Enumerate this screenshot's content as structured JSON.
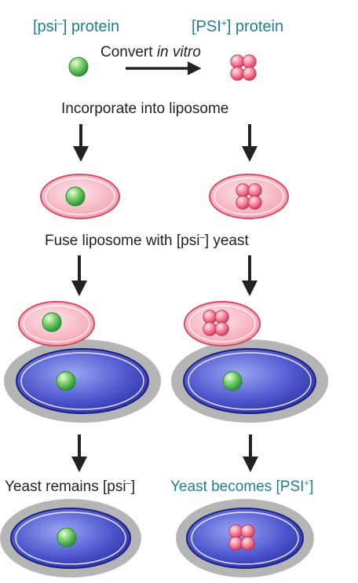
{
  "labels": {
    "psi_minus_protein": {
      "prefix": "[psi",
      "sup": "–",
      "suffix": "] protein"
    },
    "psi_plus_protein": {
      "prefix": "[PSI",
      "sup": "+",
      "suffix": "]  protein"
    },
    "convert": {
      "main": "Convert ",
      "italic": "in vitro"
    },
    "incorporate": "Incorporate into liposome",
    "fuse": {
      "prefix": "Fuse liposome with [psi",
      "sup": "–",
      "suffix": "] yeast"
    },
    "remains": {
      "prefix": "Yeast remains [psi",
      "sup": "–",
      "suffix": "]"
    },
    "becomes": {
      "prefix": "Yeast becomes [PSI",
      "sup": "+",
      "suffix": "]"
    }
  },
  "colors": {
    "label_teal": "#1f7f8c",
    "label_dark": "#231f20",
    "soluble_protein_green": "#3fb54a",
    "prion_aggregate_pink": "#e8456a",
    "liposome_pink": "#f7b9c2",
    "yeast_cell_blue": "#3a3fb8",
    "cell_wall_gray": "#a9a9a9"
  }
}
